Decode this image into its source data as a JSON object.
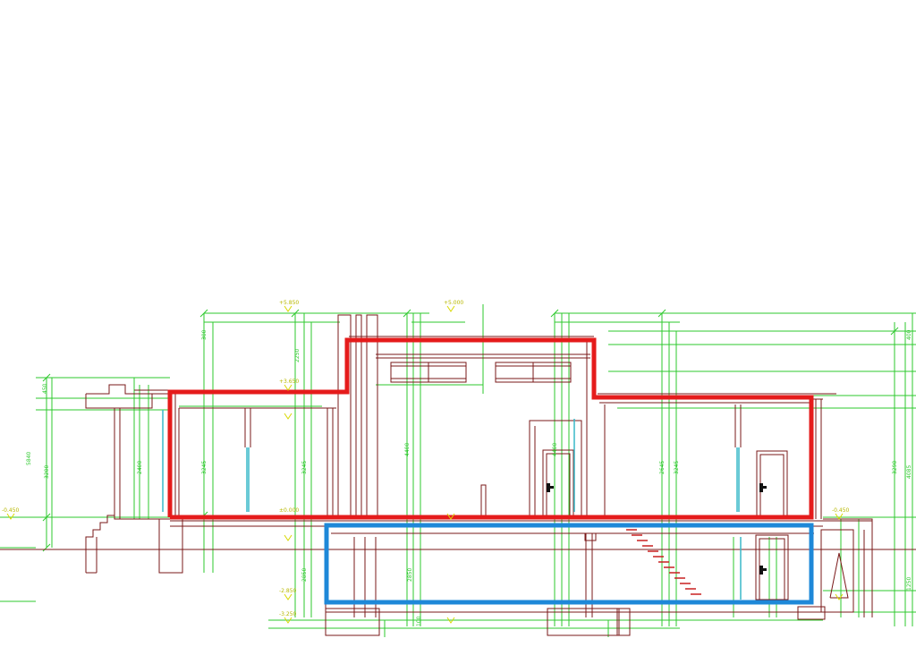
{
  "drawing": {
    "colors": {
      "background": "#ffffff",
      "structure": "#7a1818",
      "dimension": "#2ec92e",
      "level": "#d8d800",
      "window": "#38b8c8",
      "upper_outline": "#e51b1b",
      "basement_outline": "#1e88d8",
      "stair": "#c82020"
    },
    "dimension_labels": {
      "h_2400": "2400",
      "h_3245_a": "3245",
      "h_3245_b": "3245",
      "h_3245_c": "3245",
      "h_2645": "2645",
      "h_4400_a": "4400",
      "h_4400_b": "4400",
      "h_2850_a": "2850",
      "h_2850_b": "2850",
      "h_2250": "2250",
      "h_3200": "3200",
      "h_5840": "5840",
      "h_4085": "4085",
      "h_3290": "3290",
      "h_1250": "1250",
      "h_400": "400",
      "h_450": "450",
      "h_300": "300",
      "h_100": "100"
    },
    "level_marks": {
      "top_roof": "+5.850",
      "upper_roof": "+5.000",
      "left_roof": "+3.650",
      "ground_floor": "±0.000",
      "ground_right": "-0.450",
      "basement_floor": "-2.850",
      "basement_bottom": "-3.250",
      "left_ground": "-0.450"
    }
  }
}
